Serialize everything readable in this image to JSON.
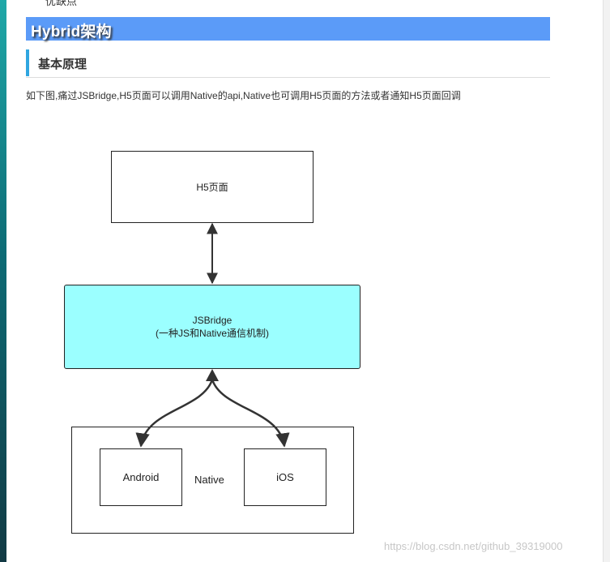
{
  "page": {
    "clipped_heading": "优缺点",
    "section_title": "Hybrid架构",
    "subsection_title": "基本原理",
    "intro": "如下图,痛过JSBridge,H5页面可以调用Native的api,Native也可调用H5页面的方法或者通知H5页面回调",
    "watermark": "https://blog.csdn.net/github_39319000"
  },
  "diagram": {
    "h5_box": "H5页面",
    "bridge_line1": "JSBridge",
    "bridge_line2": "(一种JS和Native通信机制)",
    "native_container": "Native",
    "android_box": "Android",
    "ios_box": "iOS",
    "bridge_fill": "#9bffff"
  },
  "colors": {
    "section_bar": "#5b9bf8",
    "subsection_mark": "#2fa6e0"
  }
}
